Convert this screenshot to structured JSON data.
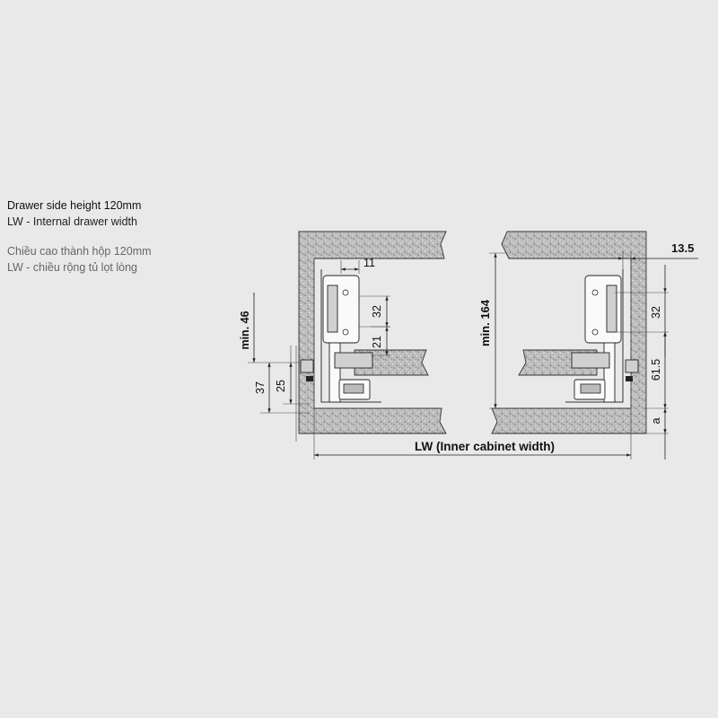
{
  "legend": {
    "en_title": "Drawer side height 120mm",
    "en_note": "LW - Internal drawer width",
    "vi_title": "Chiều cao thành hộp 120mm",
    "vi_note": "LW - chiều rộng tủ lọt lòng"
  },
  "dimensions": {
    "d11": "11",
    "d32_left": "32",
    "d21": "21",
    "min46": "min. 46",
    "d37": "37",
    "d25": "25",
    "min164": "min. 164",
    "d13_5": "13.5",
    "d32_right": "32",
    "d61_5": "61.5",
    "a": "a",
    "lw": "LW (Inner cabinet width)"
  },
  "colors": {
    "background": "#e9e9e9",
    "board_fill": "#b9b9b9",
    "line": "#222222"
  }
}
